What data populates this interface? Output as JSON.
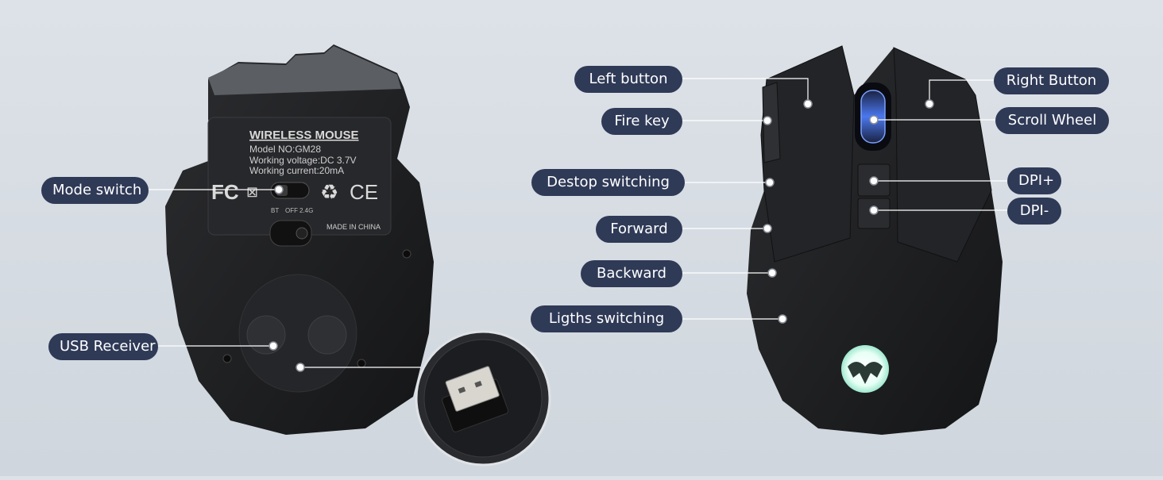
{
  "bottom_label": {
    "title": "WIRELESS MOUSE",
    "model": "Model NO:GM28",
    "voltage": "Working voltage:DC 3.7V",
    "current": "Working current:20mA",
    "switch_positions": [
      "BT",
      "OFF",
      "2.4G"
    ],
    "origin": "MADE IN CHINA"
  },
  "callouts": {
    "mode_switch": "Mode switch",
    "usb_receiver": "USB Receiver",
    "left_button": "Left button",
    "fire_key": "Fire key",
    "desktop_switching": "Destop switching",
    "forward": "Forward",
    "backward": "Backward",
    "lights_switching": "Ligths switching",
    "right_button": "Right Button",
    "scroll_wheel": "Scroll Wheel",
    "dpi_plus": "DPI+",
    "dpi_minus": "DPI-"
  },
  "colors": {
    "pill_bg": "#2f3a57",
    "pill_text": "#ffffff",
    "mouse_body": "#1f2022",
    "scroll_glow": "#3a64d8"
  }
}
